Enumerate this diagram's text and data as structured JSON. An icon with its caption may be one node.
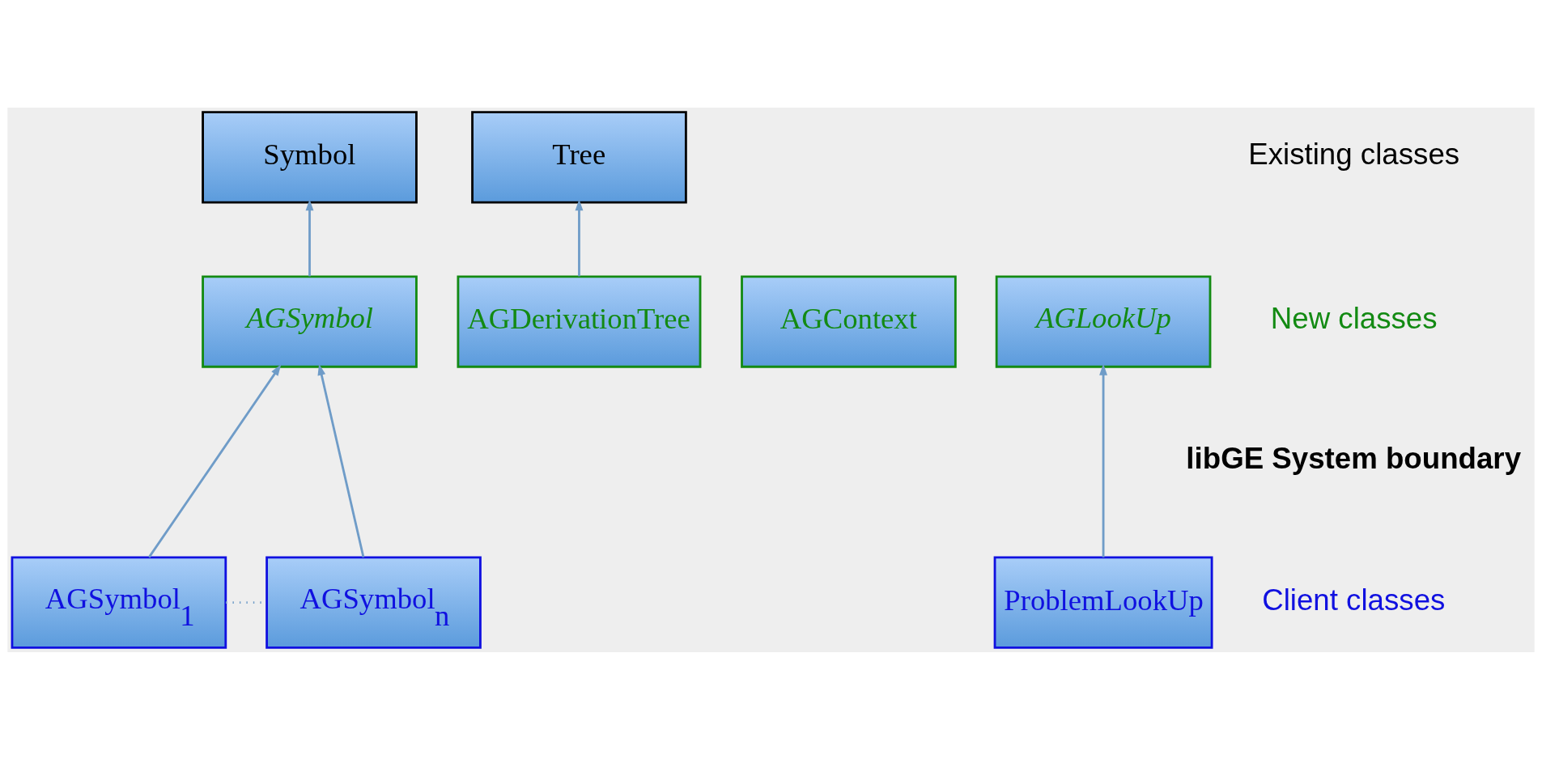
{
  "diagram": {
    "nodes": [
      {
        "text": [
          "Symbol"
        ]
      },
      {
        "text": [
          "Tree"
        ]
      },
      {
        "text": [
          "AGSymbol"
        ]
      },
      {
        "text": [
          "AGDerivationTree"
        ]
      },
      {
        "text": [
          "AGContext"
        ]
      },
      {
        "text": [
          "AGLookUp"
        ]
      },
      {
        "text": [
          "AGSymbol$_{1}$"
        ]
      },
      {
        "text": [
          "AGSymbol$_{n}$"
        ]
      },
      {
        "text": [
          "ProblemLookUp"
        ]
      }
    ],
    "edges": [
      {
        "from": 2,
        "to": 0,
        "arrow": "to"
      },
      {
        "from": 3,
        "to": 1,
        "arrow": "to"
      },
      {
        "from": 6,
        "to": 2,
        "arrow": "to"
      },
      {
        "from": 7,
        "to": 2,
        "arrow": "to"
      },
      {
        "from": 8,
        "to": 5,
        "arrow": "to"
      },
      {
        "from": 6,
        "to": 7,
        "arrow": "none",
        "style": "dashed"
      }
    ],
    "labels": [
      "Existing classes",
      "New classes",
      "libGE System boundary",
      "Client classes"
    ]
  }
}
